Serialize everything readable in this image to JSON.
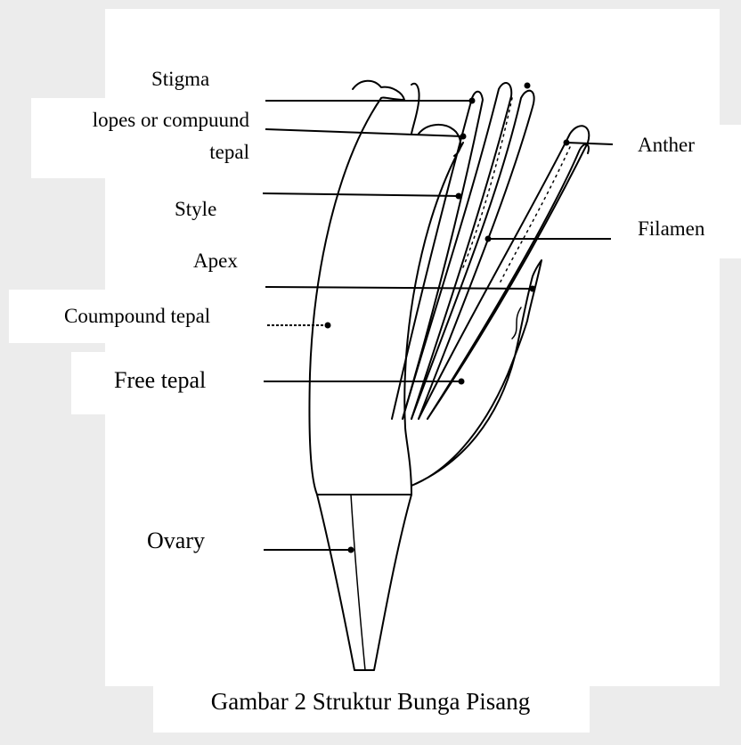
{
  "labels": {
    "stigma": "Stigma",
    "lopes_line1": "lopes or compuund",
    "lopes_line2": "tepal",
    "style": "Style",
    "apex": "Apex",
    "coumpound_tepal": "Coumpound tepal",
    "free_tepal": "Free tepal",
    "ovary": "Ovary",
    "anther": "Anther",
    "filamen": "Filamen"
  },
  "caption": "Gambar 2 Struktur Bunga Pisang",
  "colors": {
    "background": "#ececec",
    "panel": "#ffffff",
    "ink": "#000000"
  }
}
